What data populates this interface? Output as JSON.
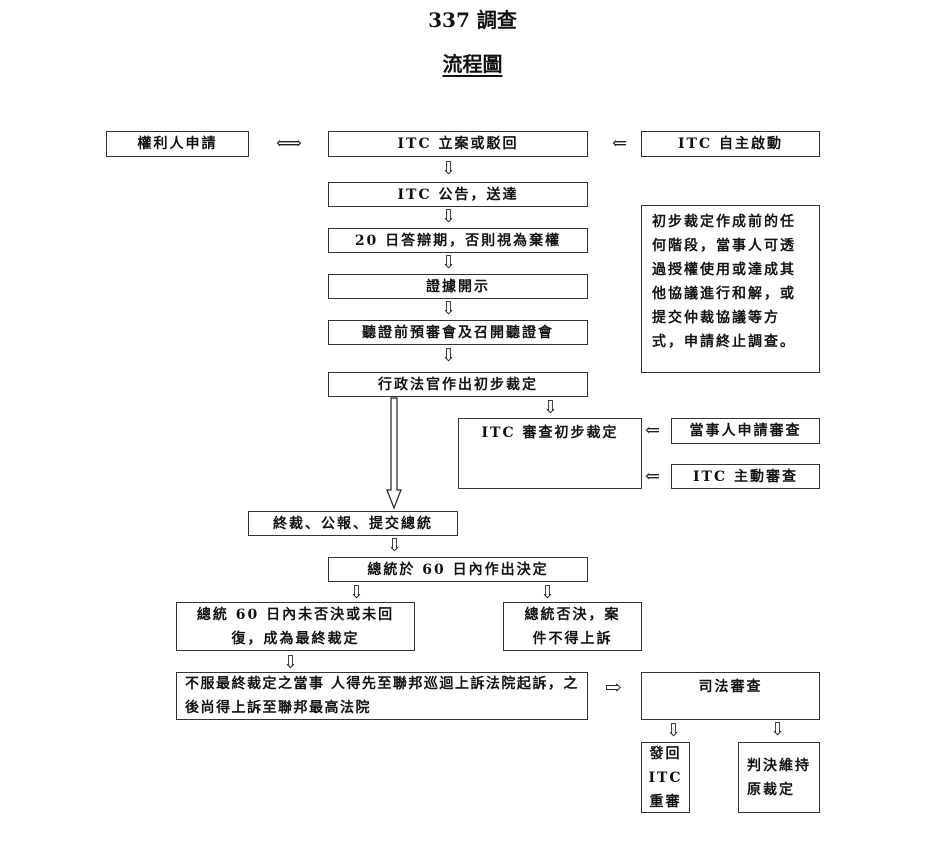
{
  "title": "337 調查",
  "subtitle": "流程圖",
  "nodes": {
    "patentee": "權利人申請",
    "filing": "ITC 立案或駁回",
    "self_init": "ITC 自主啟動",
    "notice": "ITC 公告，送達",
    "answer": "20 日答辯期，否則視為棄權",
    "discovery": "證據開示",
    "hearing": "聽證前預審會及召開聽證會",
    "note": "初步裁定作成前的任何階段，當事人可透過授權使用或達成其他協議進行和解，或提交仲裁協議等方式，申請終止調查。",
    "initial": "行政法官作出初步裁定",
    "review": "ITC 審查初步裁定",
    "party_review": "當事人申請審查",
    "itc_review": "ITC 主動審查",
    "final": "終裁、公報、提交總統",
    "president": "總統於 60 日內作出決定",
    "no_veto": "總統 60 日內未否決或未回復，成為最終裁定",
    "veto": "總統否決，案件不得上訴",
    "appeal": "不服最終裁定之當事 人得先至聯邦巡迴上訴法院起訴，之後尚得上訴至聯邦最高法院",
    "judicial": "司法審查",
    "remand": "發回 ITC 重審",
    "affirm": "判決維持原裁定"
  }
}
